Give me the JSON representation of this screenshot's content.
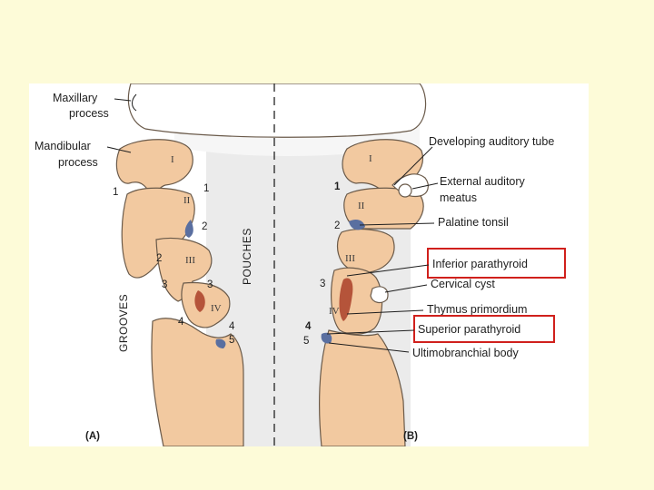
{
  "labels": {
    "maxillary": [
      "Maxillary",
      "process"
    ],
    "mandibular": [
      "Mandibular",
      "process"
    ],
    "developing_auditory_tube": "Developing auditory tube",
    "external_auditory_meatus": [
      "External auditory",
      "meatus"
    ],
    "palatine_tonsil": "Palatine tonsil",
    "inferior_parathyroid": "Inferior parathyroid",
    "cervical_cyst": "Cervical cyst",
    "thymus_primordium": "Thymus primordium",
    "superior_parathyroid": "Superior parathyroid",
    "ultimobranchial_body": "Ultimobranchial body",
    "grooves": "GROOVES",
    "pouches": "POUCHES",
    "panel_a": "(A)",
    "panel_b": "(B)"
  },
  "arches": [
    "I",
    "II",
    "III",
    "IV"
  ],
  "numbers": [
    "1",
    "2",
    "3",
    "4",
    "5"
  ],
  "highlight_color": "#d0201c",
  "colors": {
    "background": "#fdfbd8",
    "tissue": "#f2c9a0",
    "pharynx": "#ebebeb",
    "tonsil": "#5a6fa0",
    "thymus": "#b5543a"
  }
}
